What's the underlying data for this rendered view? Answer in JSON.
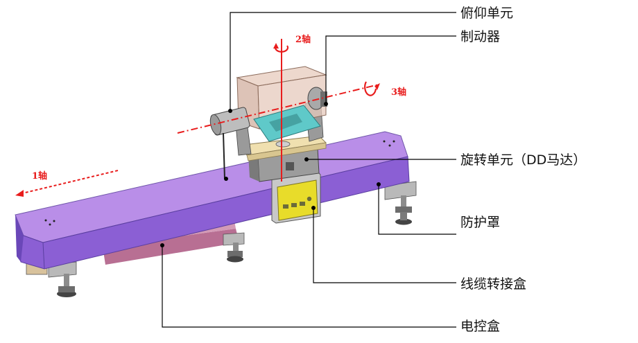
{
  "callouts": {
    "pitch_unit": "俯仰单元",
    "brake": "制动器",
    "rotation_unit": "旋转单元（DD马达）",
    "guard": "防护罩",
    "cable_box": "线缆转接盒",
    "control_box": "电控盒"
  },
  "axes": {
    "axis1": "1轴",
    "axis2": "2轴",
    "axis3": "3轴"
  },
  "colors": {
    "guard_top": "#b98ee8",
    "guard_front": "#8b5fd4",
    "guard_side": "#6a47b8",
    "control_box": "#c88aa8",
    "axis_red": "#e81c1c",
    "cable_box_yellow": "#e8dc2a",
    "bracket_cyan": "#5fc9c9",
    "pitch_box": "#e6c9bc"
  }
}
